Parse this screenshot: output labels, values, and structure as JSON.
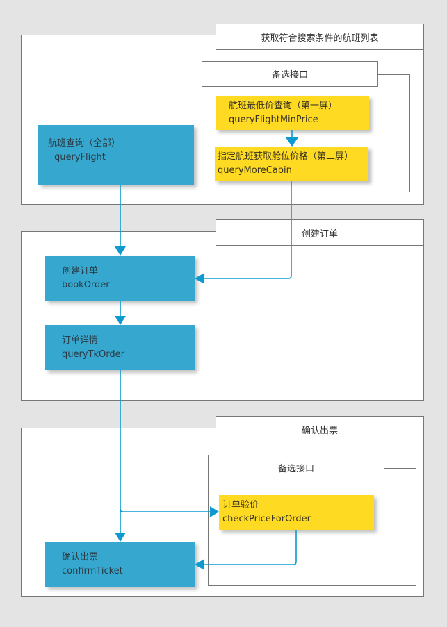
{
  "colors": {
    "blue": "#36a8cf",
    "yellow": "#fedb22",
    "connector": "#0d9ad0"
  },
  "sections": [
    {
      "title": "获取符合搜索条件的航班列表",
      "alt_title": "备选接口"
    },
    {
      "title": "创建订单"
    },
    {
      "title": "确认出票",
      "alt_title": "备选接口"
    }
  ],
  "nodes": {
    "query_flight": {
      "label": "航班查询（全部）",
      "api": "queryFlight"
    },
    "min_price": {
      "label": "航班最低价查询（第一屏）",
      "api": "queryFlightMinPrice"
    },
    "more_cabin": {
      "label": "指定航班获取舱位价格（第二屏）",
      "api": "queryMoreCabin"
    },
    "book_order": {
      "label": "创建订单",
      "api": "bookOrder"
    },
    "order_detail": {
      "label": "订单详情",
      "api": "queryTkOrder"
    },
    "check_price": {
      "label": "订单验价",
      "api": "checkPriceForOrder"
    },
    "confirm_ticket": {
      "label": "确认出票",
      "api": "confirmTicket"
    }
  }
}
